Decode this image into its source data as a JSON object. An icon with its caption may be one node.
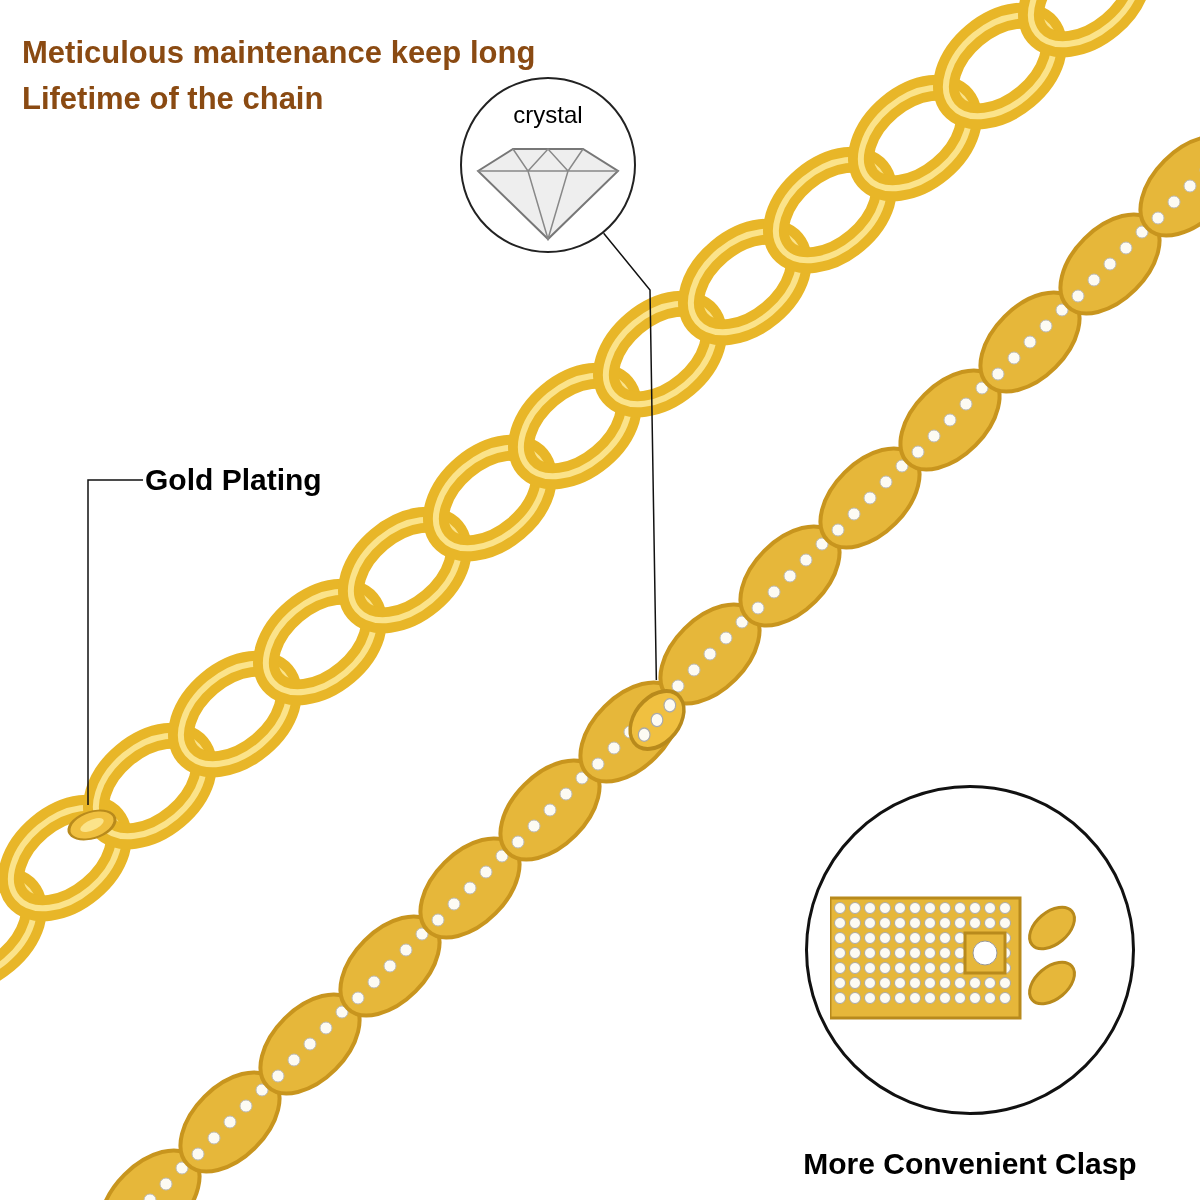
{
  "diagram": {
    "title": "Meticulous maintenance keep long Lifetime of the chain",
    "nodes": [
      {
        "text": [
          "Gold Plating"
        ]
      },
      {
        "text": [],
        "shape": "picture"
      },
      {
        "text": [
          "crystal"
        ]
      },
      {
        "text": [],
        "shape": "picture"
      },
      {
        "text": [
          "More Convenient Clasp"
        ]
      }
    ],
    "edges": [
      {
        "from": 0,
        "to": 1,
        "arrow": "none"
      },
      {
        "from": 2,
        "to": 3,
        "arrow": "none"
      }
    ]
  }
}
